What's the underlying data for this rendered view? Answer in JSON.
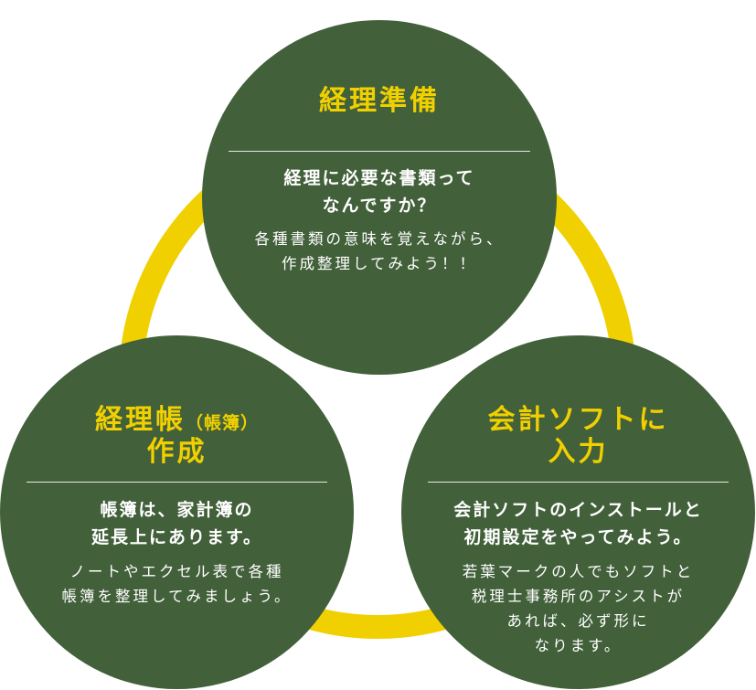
{
  "colors": {
    "green": "#42603a",
    "yellow": "#f0d000",
    "white": "#ffffff"
  },
  "cycle": {
    "top": {
      "title": "経理準備",
      "subheading": [
        "経理に必要な書類って",
        "なんですか？"
      ],
      "body": [
        "各種書類の意味を覚えながら、",
        "作成整理してみよう！！"
      ]
    },
    "left": {
      "title_main": "経理帳",
      "title_small": "（帳簿）",
      "title_line2": "作成",
      "subheading": [
        "帳簿は、家計簿の",
        "延長上にあります。"
      ],
      "body": [
        "ノートやエクセル表で各種",
        "帳簿を整理してみましょう。"
      ]
    },
    "right": {
      "title": [
        "会計ソフトに",
        "入力"
      ],
      "subheading": [
        "会計ソフトのインストールと",
        "初期設定をやってみよう。"
      ],
      "body": [
        "若葉マークの人でもソフトと",
        "税理士事務所のアシストが",
        "あれば、必ず形に",
        "なります。"
      ]
    }
  }
}
